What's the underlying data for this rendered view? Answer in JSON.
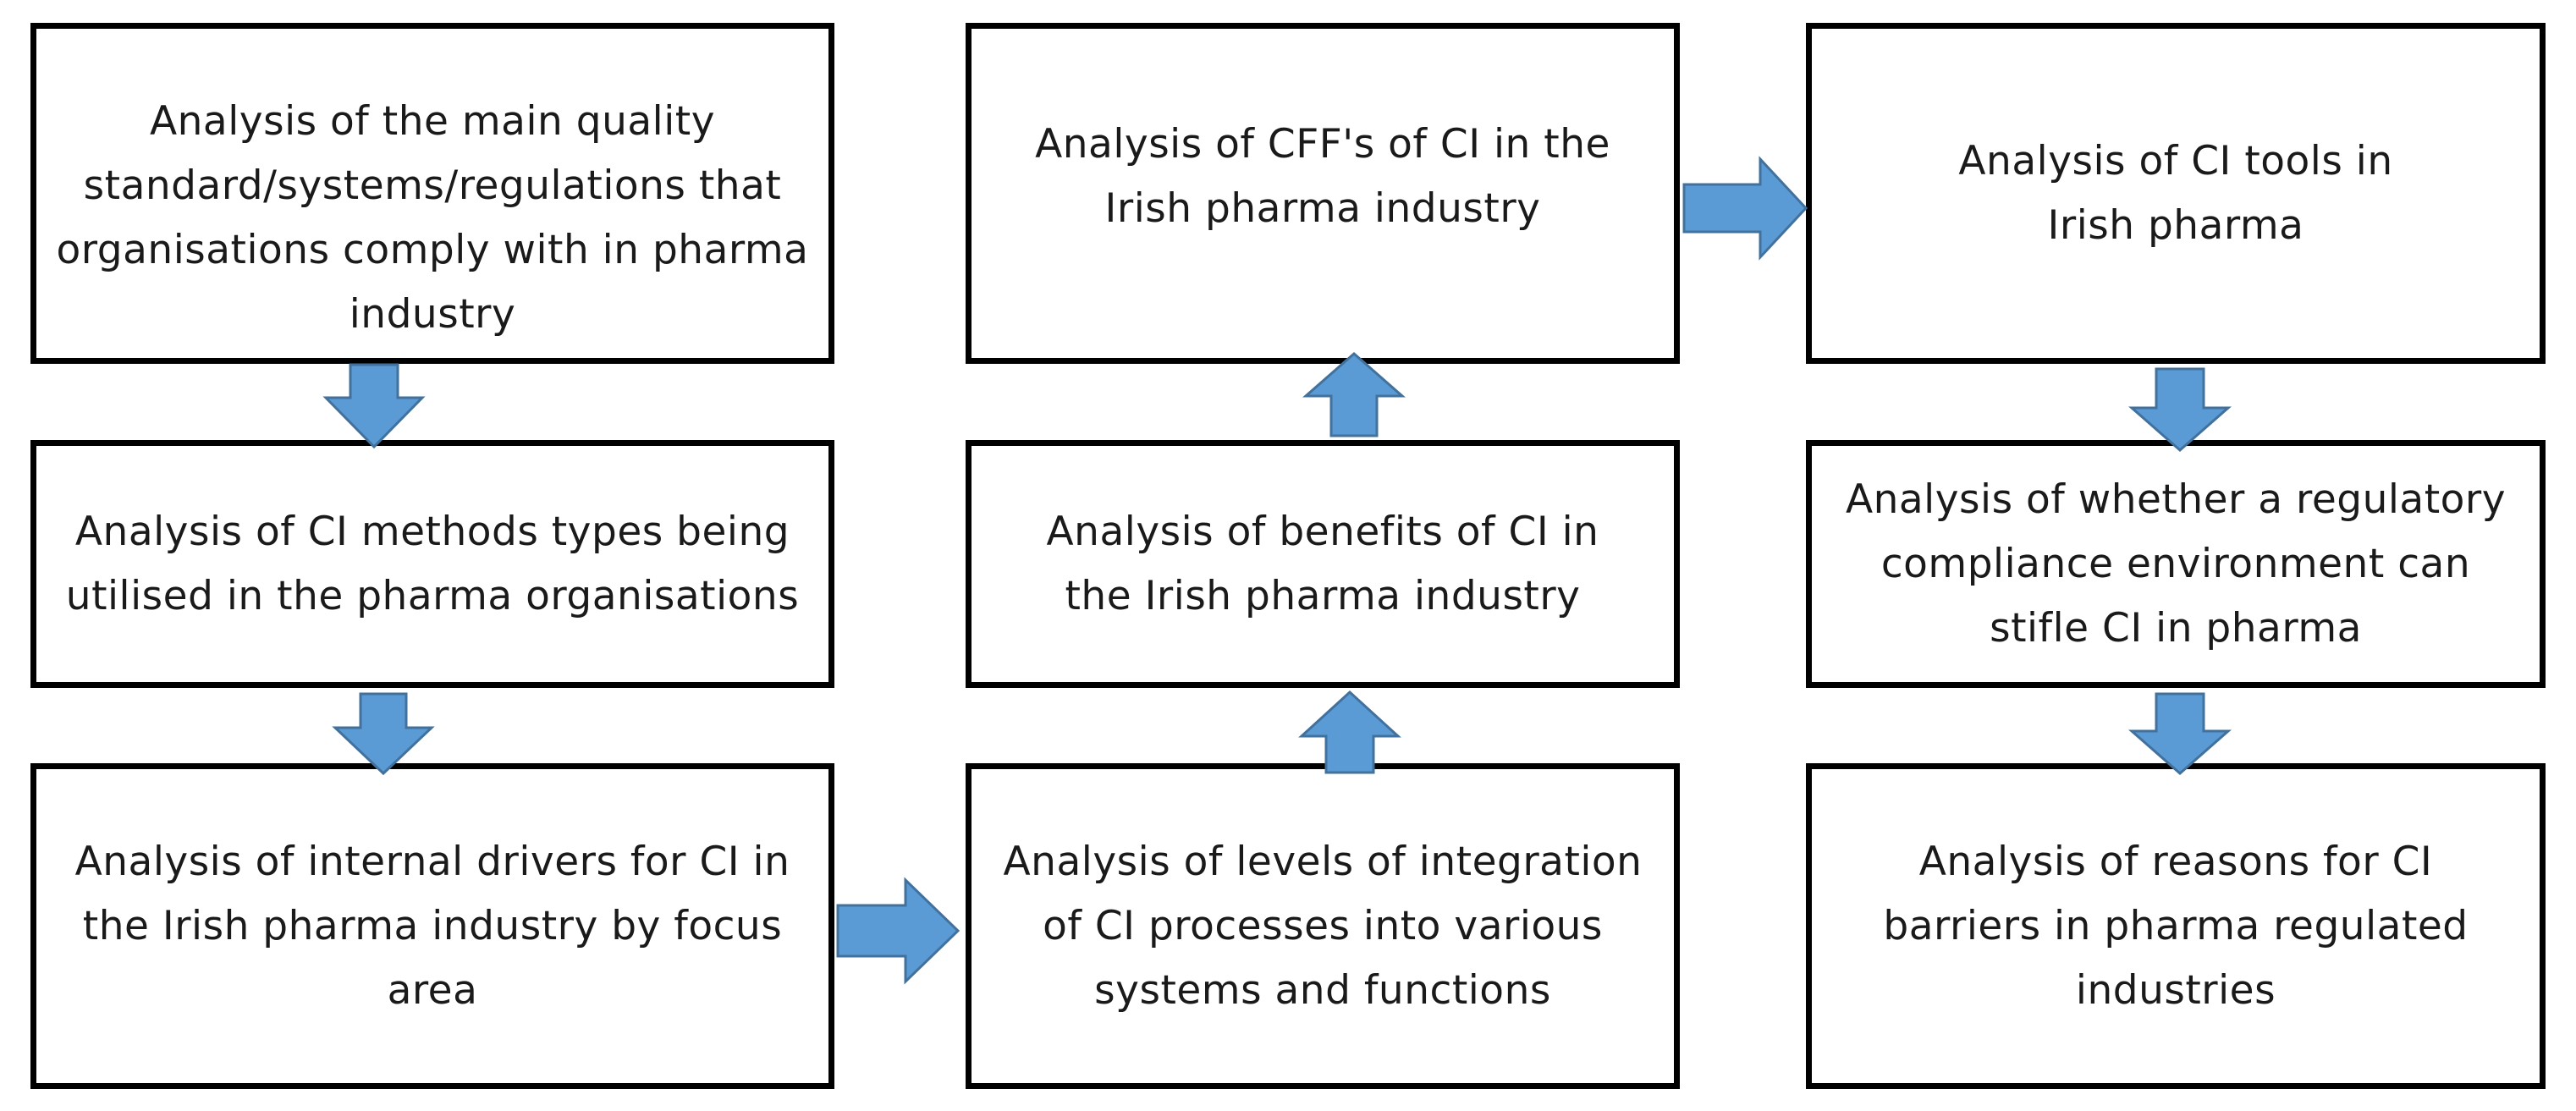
{
  "colors": {
    "box_border": "#000000",
    "arrow_fill": "#5b9bd5",
    "arrow_stroke": "#41719c",
    "text": "#1a1a1a"
  },
  "boxes": {
    "quality_standards": "Analysis of the main quality standard/systems/regulations that organisations comply with in pharma industry",
    "ci_methods": "Analysis of CI methods types being utilised in the pharma organisations",
    "internal_drivers": "Analysis of internal drivers for CI in the Irish pharma industry by focus area",
    "cffs": "Analysis of CFF's of CI in the Irish pharma industry",
    "benefits": "Analysis of benefits of CI in the Irish pharma industry",
    "integration_levels": "Analysis of levels of integration of CI processes into various systems and functions",
    "ci_tools": "Analysis of CI tools in Irish pharma",
    "regulatory_compliance": "Analysis of whether a regulatory compliance environment can stifle CI in pharma",
    "barriers": "Analysis of reasons for CI barriers in pharma regulated industries"
  },
  "connections": [
    {
      "from": "quality_standards",
      "to": "ci_methods"
    },
    {
      "from": "ci_methods",
      "to": "internal_drivers"
    },
    {
      "from": "internal_drivers",
      "to": "integration_levels"
    },
    {
      "from": "integration_levels",
      "to": "benefits"
    },
    {
      "from": "benefits",
      "to": "cffs"
    },
    {
      "from": "cffs",
      "to": "ci_tools"
    },
    {
      "from": "ci_tools",
      "to": "regulatory_compliance"
    },
    {
      "from": "regulatory_compliance",
      "to": "barriers"
    }
  ]
}
